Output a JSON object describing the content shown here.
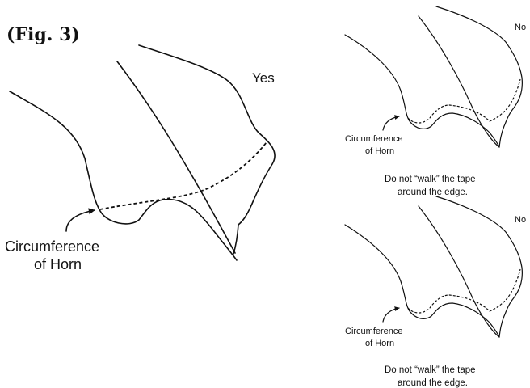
{
  "figure": {
    "title": "(Fig. 3)"
  },
  "panels": {
    "main": {
      "verdict": "Yes",
      "label_line1": "Circumference",
      "label_line2": "of Horn"
    },
    "top_right": {
      "verdict": "No",
      "label_line1": "Circumference",
      "label_line2": "of Horn",
      "note_line1": "Do not “walk” the tape",
      "note_line2": "around the edge."
    },
    "bottom_right": {
      "verdict": "No",
      "label_line1": "Circumference",
      "label_line2": "of Horn",
      "note_line1": "Do not “walk” the tape",
      "note_line2": "around the edge."
    }
  }
}
